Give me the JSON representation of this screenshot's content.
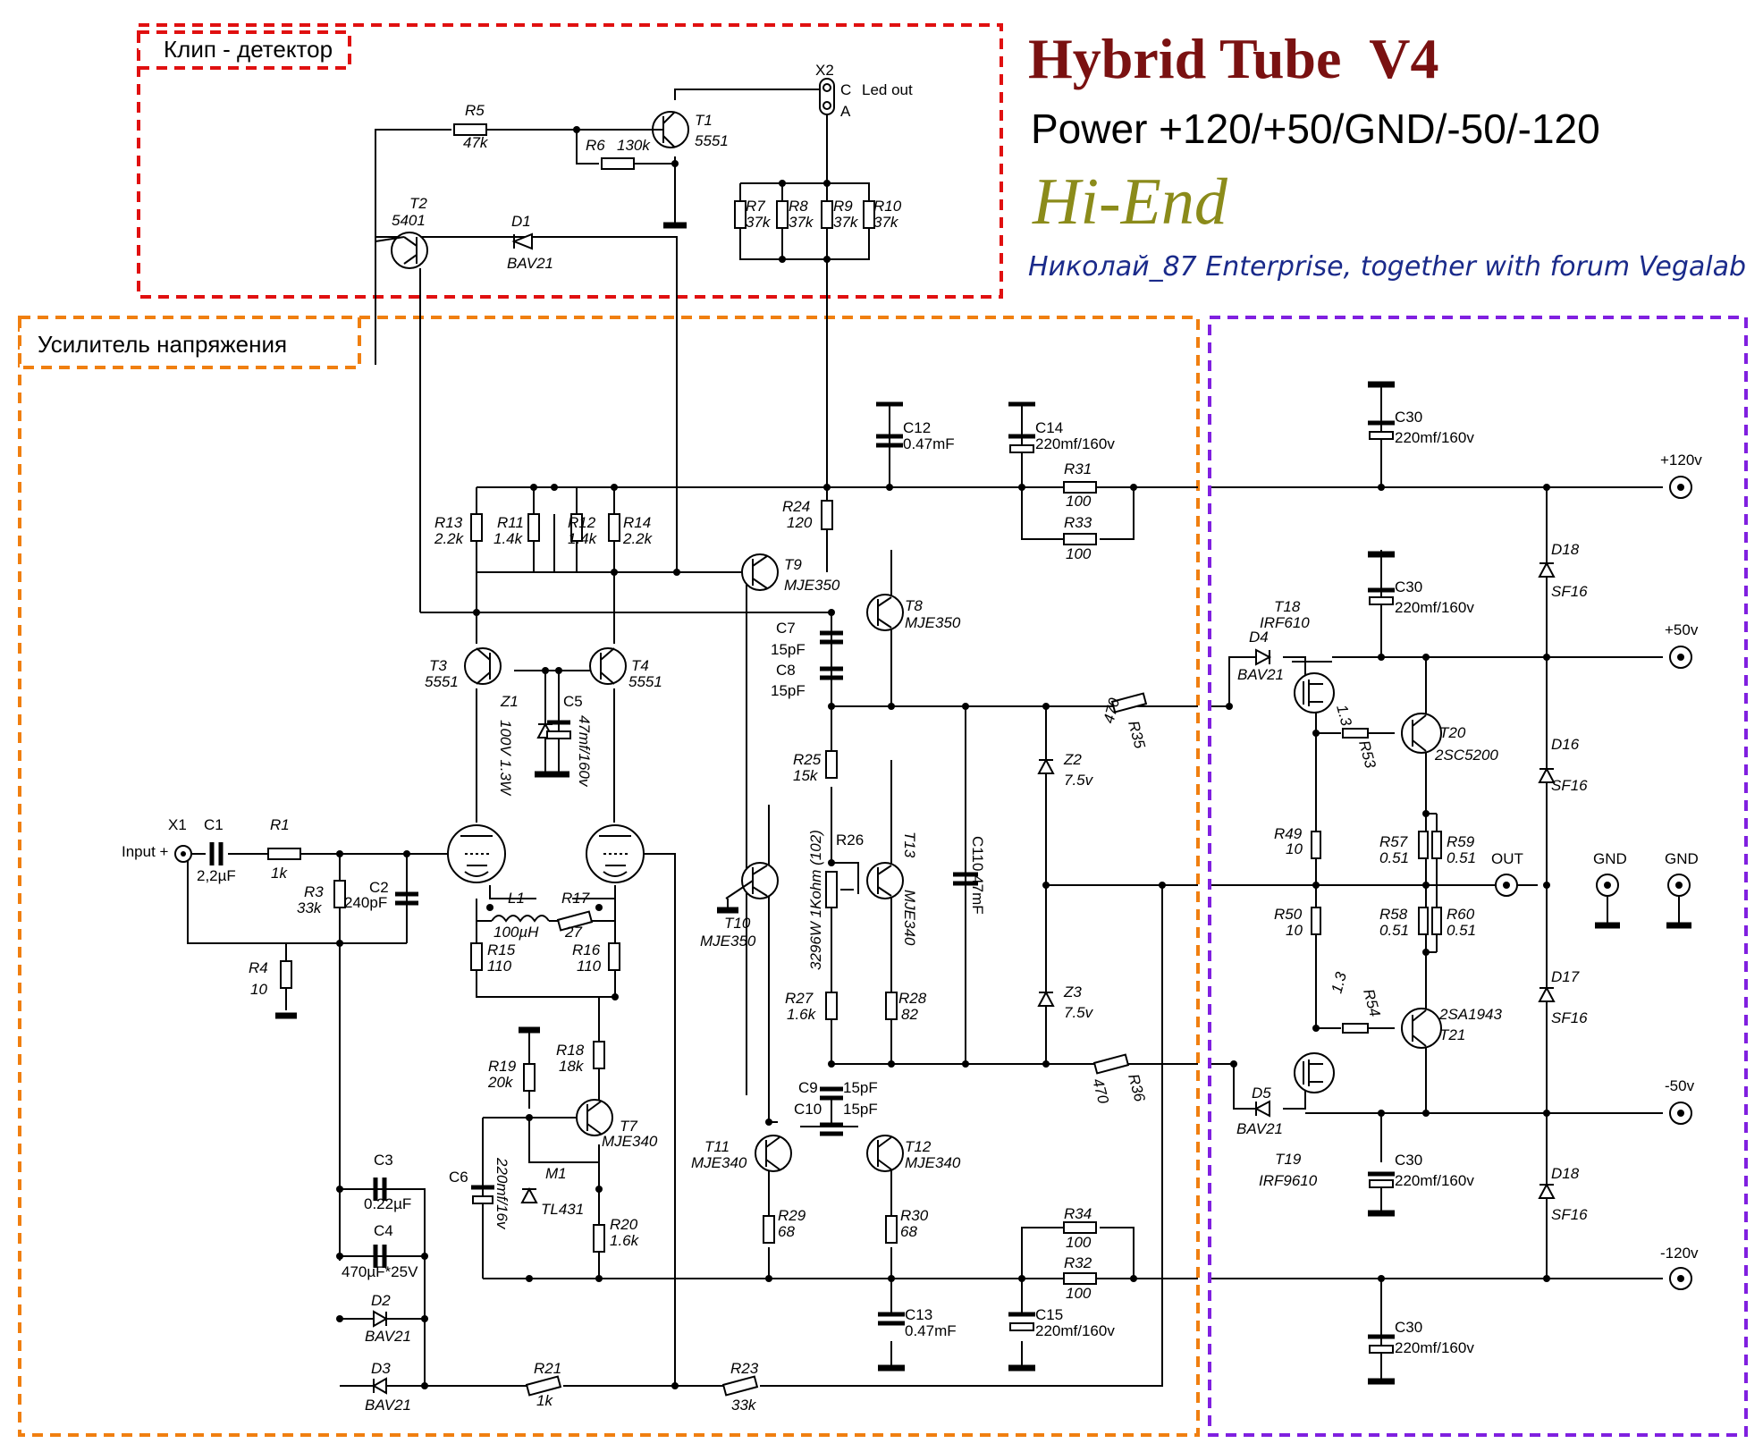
{
  "header": {
    "title": "Hybrid Tube  V4",
    "power": "Power +120/+50/GND/-50/-120",
    "hi_end": "Hi-End",
    "credit": "Николай_87 Enterprise, together with forum Vegalab"
  },
  "boxes": {
    "clip_detector": {
      "label": "Клип - детектор",
      "color": "#e01010"
    },
    "voltage_amp": {
      "label": "Усилитель напряжения",
      "color": "#f07f10"
    },
    "output_stage": {
      "color": "#8020e0"
    }
  },
  "rails": {
    "p120": "+120v",
    "p50": "+50v",
    "m50": "-50v",
    "m120": "-120v",
    "out": "OUT",
    "gnd1": "GND",
    "gnd2": "GND"
  },
  "connectors": {
    "x1": "X1",
    "x1_input": "Input +",
    "x2": "X2",
    "x2_c": "C",
    "x2_led": "Led out",
    "x2_a": "A"
  },
  "components": {
    "R5": {
      "ref": "R5",
      "value": "47k"
    },
    "R6": {
      "ref": "R6",
      "value": "130k"
    },
    "T1": {
      "ref": "T1",
      "value": "5551"
    },
    "T2": {
      "ref": "T2",
      "value": "5401"
    },
    "D1": {
      "ref": "D1",
      "value": "BAV21"
    },
    "R7": {
      "ref": "R7",
      "value": "37k"
    },
    "R8": {
      "ref": "R8",
      "value": "37k"
    },
    "R9": {
      "ref": "R9",
      "value": "37k"
    },
    "R10": {
      "ref": "R10",
      "value": "37k"
    },
    "C12": {
      "ref": "C12",
      "value": "0.47mF"
    },
    "C14": {
      "ref": "C14",
      "value": "220mf/160v"
    },
    "R31": {
      "ref": "R31",
      "value": "100"
    },
    "R33": {
      "ref": "R33",
      "value": "100"
    },
    "R24": {
      "ref": "R24",
      "value": "120"
    },
    "R13": {
      "ref": "R13",
      "value": "2.2k"
    },
    "R11": {
      "ref": "R11",
      "value": "1.4k"
    },
    "R12": {
      "ref": "R12",
      "value": "1.4k"
    },
    "R14": {
      "ref": "R14",
      "value": "2.2k"
    },
    "T9": {
      "ref": "T9",
      "value": "MJE350"
    },
    "T8": {
      "ref": "T8",
      "value": "MJE350"
    },
    "C7": {
      "ref": "C7",
      "value": "15pF"
    },
    "C8": {
      "ref": "C8",
      "value": "15pF"
    },
    "T3": {
      "ref": "T3",
      "value": "5551"
    },
    "T4": {
      "ref": "T4",
      "value": "5551"
    },
    "Z1": {
      "ref": "Z1",
      "value": "100V 1.3W"
    },
    "C5": {
      "ref": "C5",
      "value": "47mf/160v"
    },
    "R35": {
      "ref": "R35",
      "value": "470"
    },
    "R25": {
      "ref": "R25",
      "value": "15k"
    },
    "Z2": {
      "ref": "Z2",
      "value": "7.5v"
    },
    "R26": {
      "ref": "R26",
      "value": "3296W 1Kohm (102)"
    },
    "T13": {
      "ref": "T13",
      "value": "MJE340"
    },
    "C11": {
      "ref": "C11",
      "value": "0.47mF"
    },
    "T10": {
      "ref": "T10",
      "value": "MJE350"
    },
    "C1": {
      "ref": "C1",
      "value": "2,2µF"
    },
    "R1": {
      "ref": "R1",
      "value": "1k"
    },
    "R3": {
      "ref": "R3",
      "value": "33k"
    },
    "C2": {
      "ref": "C2",
      "value": "240pF"
    },
    "R4": {
      "ref": "R4",
      "value": "10"
    },
    "L1": {
      "ref": "L1",
      "value": "100µH"
    },
    "R17": {
      "ref": "R17",
      "value": "27"
    },
    "R15": {
      "ref": "R15",
      "value": "110"
    },
    "R16": {
      "ref": "R16",
      "value": "110"
    },
    "R27": {
      "ref": "R27",
      "value": "1.6k"
    },
    "R28": {
      "ref": "R28",
      "value": "82"
    },
    "Z3": {
      "ref": "Z3",
      "value": "7.5v"
    },
    "R36": {
      "ref": "R36",
      "value": "470"
    },
    "R18": {
      "ref": "R18",
      "value": "18k"
    },
    "R19": {
      "ref": "R19",
      "value": "20k"
    },
    "T7": {
      "ref": "T7",
      "value": "MJE340"
    },
    "C9": {
      "ref": "C9",
      "value": "15pF"
    },
    "C10": {
      "ref": "C10",
      "value": "15pF"
    },
    "T11": {
      "ref": "T11",
      "value": "MJE340"
    },
    "T12": {
      "ref": "T12",
      "value": "MJE340"
    },
    "C3": {
      "ref": "C3",
      "value": "0.22µF"
    },
    "C4": {
      "ref": "C4",
      "value": "470µF*25V"
    },
    "C6": {
      "ref": "C6",
      "value": "220mf/16v"
    },
    "M1": {
      "ref": "M1",
      "value": "TL431"
    },
    "R20": {
      "ref": "R20",
      "value": "1.6k"
    },
    "R29": {
      "ref": "R29",
      "value": "68"
    },
    "R30": {
      "ref": "R30",
      "value": "68"
    },
    "R34": {
      "ref": "R34",
      "value": "100"
    },
    "R32": {
      "ref": "R32",
      "value": "100"
    },
    "D2": {
      "ref": "D2",
      "value": "BAV21"
    },
    "C13": {
      "ref": "C13",
      "value": "0.47mF"
    },
    "C15": {
      "ref": "C15",
      "value": "220mf/160v"
    },
    "D3": {
      "ref": "D3",
      "value": "BAV21"
    },
    "R21": {
      "ref": "R21",
      "value": "1k"
    },
    "R23": {
      "ref": "R23",
      "value": "33k"
    },
    "C30a": {
      "ref": "C30",
      "value": "220mf/160v"
    },
    "C30b": {
      "ref": "C30",
      "value": "220mf/160v"
    },
    "C30c": {
      "ref": "C30",
      "value": "220mf/160v"
    },
    "C30d": {
      "ref": "C30",
      "value": "220mf/160v"
    },
    "D18a": {
      "ref": "D18",
      "value": "SF16"
    },
    "D16": {
      "ref": "D16",
      "value": "SF16"
    },
    "D17": {
      "ref": "D17",
      "value": "SF16"
    },
    "D18b": {
      "ref": "D18",
      "value": "SF16"
    },
    "T18": {
      "ref": "T18",
      "value": "IRF610"
    },
    "D4": {
      "ref": "D4",
      "value": "BAV21"
    },
    "T20": {
      "ref": "T20",
      "value": "2SC5200"
    },
    "R53": {
      "ref": "R53",
      "value": "1.3"
    },
    "R49": {
      "ref": "R49",
      "value": "10"
    },
    "R57": {
      "ref": "R57",
      "value": "0.51"
    },
    "R59": {
      "ref": "R59",
      "value": "0.51"
    },
    "R50": {
      "ref": "R50",
      "value": "10"
    },
    "R58": {
      "ref": "R58",
      "value": "0.51"
    },
    "R60": {
      "ref": "R60",
      "value": "0.51"
    },
    "R54": {
      "ref": "R54",
      "value": "1.3"
    },
    "T21": {
      "ref": "T21",
      "value": "2SA1943"
    },
    "D5": {
      "ref": "D5",
      "value": "BAV21"
    },
    "T19": {
      "ref": "T19",
      "value": "IRF9610"
    }
  }
}
